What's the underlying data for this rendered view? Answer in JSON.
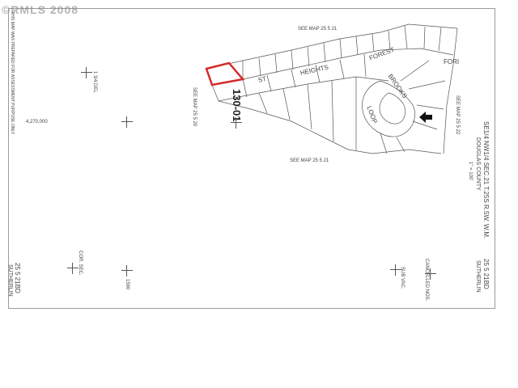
{
  "watermark": "©RMLS 2008",
  "map_number": "130-01",
  "street_labels": [
    "FOREST",
    "HEIGHTS",
    "ST",
    "BROOKS",
    "LOOP",
    "FORI"
  ],
  "see_map_top": "SEE MAP 25 5 21",
  "see_map_bottom": "SEE MAP 25 5 21",
  "see_map_left": "SEE MAP 25 5 20",
  "see_map_right": "SEE MAP 25 5 22",
  "title_block": {
    "section": "SE1/4 NW1/4 SEC.21 T.25S R.5W. W.M.",
    "county": "DOUGLAS COUNTY",
    "scale": "1\" = 100'"
  },
  "map_id_right": "25 5 21BD",
  "city_right": "SUTHERLIN",
  "map_id_left": "25 5 21BD",
  "city_left": "SUTHERLIN",
  "left_note": "THIS MAP WAS PREPARED FOR ASSESSMENT PURPOSE ONLY",
  "coord_label": "4,270,000",
  "cancelled": "CANCELLED NOS.",
  "grid_labels": [
    "1 3/4 DEL",
    "COR. SEC.",
    "1590",
    "SUB VAC."
  ],
  "highlight_color": "#d42a2a"
}
